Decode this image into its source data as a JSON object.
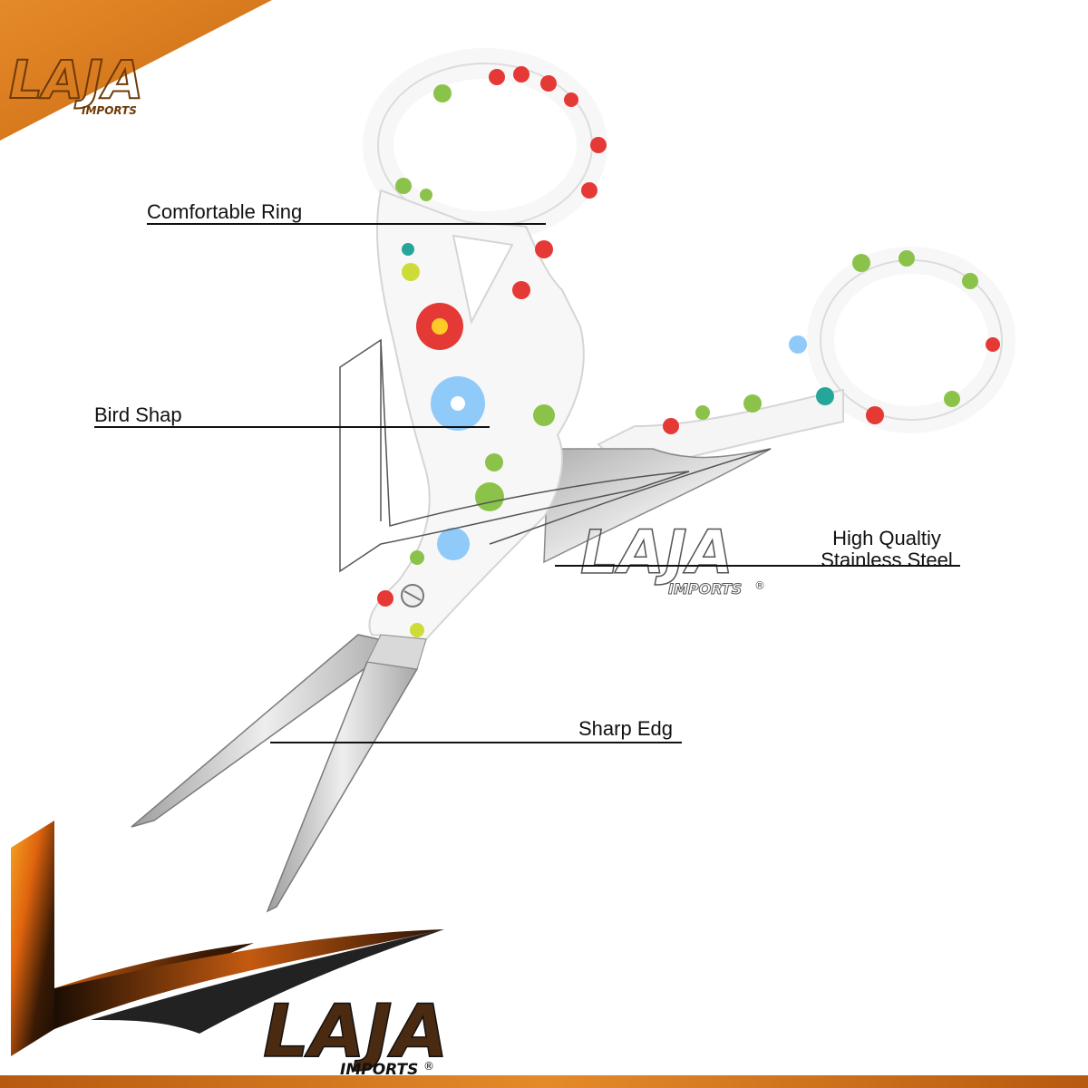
{
  "brand": {
    "logo_word": "LAJA",
    "logo_sub": "IMPORTS",
    "registered": "®",
    "colors": {
      "orange": "#d9781c",
      "dark_orange": "#b65a10",
      "flame": "#f29a2e",
      "black": "#111111"
    }
  },
  "callouts": {
    "comfortable_ring": "Comfortable Ring",
    "bird_shape": "Bird Shap",
    "steel_line1": "High Qualtiy",
    "steel_line2": "Stainless Steel",
    "sharp_edge": "Sharp Edg"
  },
  "product": {
    "icon": "stork-embroidery-scissors",
    "handle_pattern_colors": [
      "#e53935",
      "#8bc34a",
      "#90caf9",
      "#26a69a"
    ],
    "blade_color": "#c9c9c9"
  }
}
